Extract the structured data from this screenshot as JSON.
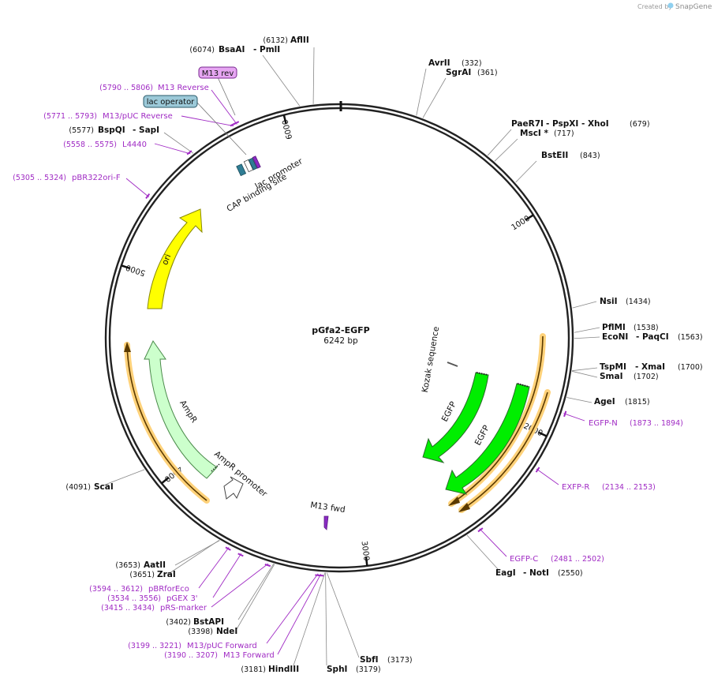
{
  "plasmid": {
    "name": "pGfa2-EGFP",
    "size_label": "6242 bp",
    "length": 6242
  },
  "credit": {
    "prefix": "Created by",
    "brand": "SnapGene"
  },
  "ruler": [
    {
      "pos": 1000,
      "label": "1000"
    },
    {
      "pos": 2000,
      "label": "2000"
    },
    {
      "pos": 3000,
      "label": "3000"
    },
    {
      "pos": 4000,
      "label": "4000"
    },
    {
      "pos": 5000,
      "label": "5000"
    },
    {
      "pos": 6000,
      "label": "6000"
    }
  ],
  "sites": [
    {
      "name": "AflII",
      "pos": "(6132)",
      "anchor": 6132
    },
    {
      "name": "BsaAI",
      "extra": "- PmlI",
      "pos": "(6074)",
      "anchor": 6074
    },
    {
      "name": "AvrII",
      "pos": "(332)",
      "anchor": 332
    },
    {
      "name": "SgrAI",
      "pos": "(361)",
      "anchor": 361
    },
    {
      "name": "PaeR7I",
      "extra": "- PspXI  - XhoI",
      "pos": "(679)",
      "anchor": 679
    },
    {
      "name": "MscI *",
      "pos": "(717)",
      "anchor": 717
    },
    {
      "name": "BstEII",
      "pos": "(843)",
      "anchor": 843
    },
    {
      "name": "NsiI",
      "pos": "(1434)",
      "anchor": 1434
    },
    {
      "name": "PflMI",
      "pos": "(1538)",
      "anchor": 1538
    },
    {
      "name": "EcoNI",
      "extra": "- PaqCI",
      "pos": "(1563)",
      "anchor": 1563
    },
    {
      "name": "TspMI",
      "extra": "- XmaI",
      "pos": "(1700)",
      "anchor": 1700
    },
    {
      "name": "SmaI",
      "pos": "(1702)",
      "anchor": 1702
    },
    {
      "name": "AgeI",
      "pos": "(1815)",
      "anchor": 1815
    },
    {
      "name": "EagI",
      "extra": "- NotI",
      "pos": "(2550)",
      "anchor": 2550
    },
    {
      "name": "SbfI",
      "pos": "(3173)",
      "anchor": 3173
    },
    {
      "name": "SphI",
      "pos": "(3179)",
      "anchor": 3179
    },
    {
      "name": "HindIII",
      "pos": "(3181)",
      "anchor": 3181
    },
    {
      "name": "NdeI",
      "pos": "(3398)",
      "anchor": 3398
    },
    {
      "name": "BstAPI",
      "pos": "(3402)",
      "anchor": 3402
    },
    {
      "name": "ZraI",
      "pos": "(3651)",
      "anchor": 3651
    },
    {
      "name": "AatII",
      "pos": "(3653)",
      "anchor": 3653
    },
    {
      "name": "ScaI",
      "pos": "(4091)",
      "anchor": 4091
    },
    {
      "name": "BspQI",
      "extra": "- SapI",
      "pos": "(5577)",
      "anchor": 5577
    }
  ],
  "primers": [
    {
      "name": "M13 Reverse",
      "pos": "(5790 .. 5806)",
      "anchor": 5798
    },
    {
      "name": "M13/pUC Reverse",
      "pos": "(5771 .. 5793)",
      "anchor": 5782
    },
    {
      "name": "L4440",
      "pos": "(5558 .. 5575)",
      "anchor": 5566
    },
    {
      "name": "pBR322ori-F",
      "pos": "(5305 .. 5324)",
      "anchor": 5314
    },
    {
      "name": "EGFP-N",
      "pos": "(1873 .. 1894)",
      "anchor": 1883
    },
    {
      "name": "EXFP-R",
      "pos": "(2134 .. 2153)",
      "anchor": 2143
    },
    {
      "name": "EGFP-C",
      "pos": "(2481 .. 2502)",
      "anchor": 2491
    },
    {
      "name": "pBRforEco",
      "pos": "(3594 .. 3612)",
      "anchor": 3603
    },
    {
      "name": "pGEX 3'",
      "pos": "(3534 .. 3556)",
      "anchor": 3545
    },
    {
      "name": "pRS-marker",
      "pos": "(3415 .. 3434)",
      "anchor": 3424
    },
    {
      "name": "M13/pUC Forward",
      "pos": "(3199 .. 3221)",
      "anchor": 3210
    },
    {
      "name": "M13 Forward",
      "pos": "(3190 .. 3207)",
      "anchor": 3198
    }
  ],
  "features": {
    "ori": "ori",
    "ampr": "AmpR",
    "ampr_promoter": "AmpR promoter",
    "egfp_outer": "EGFP",
    "egfp_inner": "EGFP",
    "kozak": "Kozak sequence",
    "lac_promoter": "lac promoter",
    "cap_site": "CAP binding site",
    "m13_fwd": "M13 fwd",
    "m13_rev_tag": "M13 rev",
    "lac_operator_tag": "lac operator"
  },
  "colors": {
    "backbone": "#222222",
    "primer": "#a02bc4",
    "ori": "#ffff00",
    "ampr": "#ccffcc",
    "egfp": "#00ff00",
    "orf_glow": "#ffd27a",
    "lac_operator": "#9cc9d8",
    "m13_tag": "#e6a6f2"
  }
}
